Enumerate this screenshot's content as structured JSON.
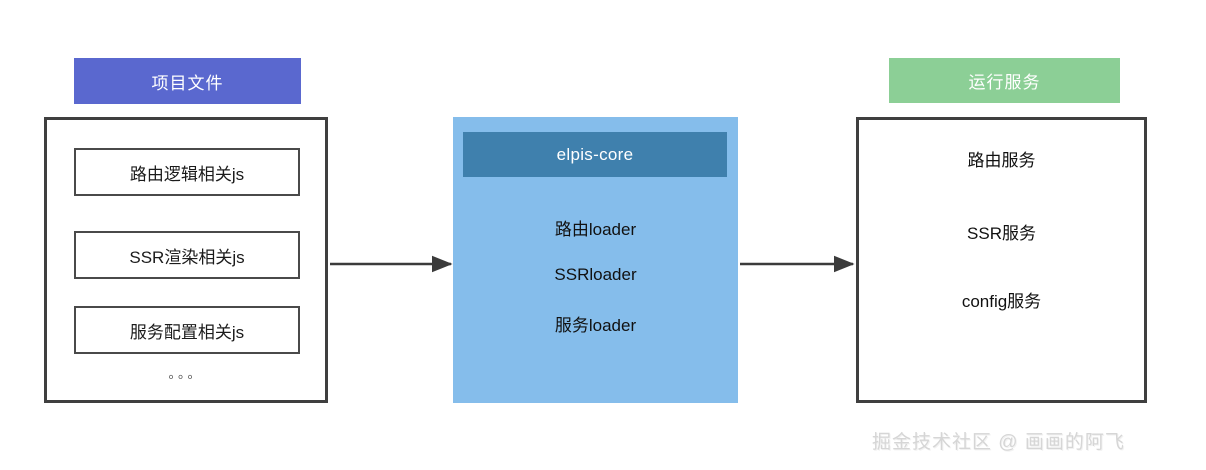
{
  "diagram": {
    "title_left": "项目文件",
    "title_right": "运行服务",
    "project": {
      "banner_label": "项目文件",
      "items": [
        {
          "label": "路由逻辑相关js"
        },
        {
          "label": "SSR渲染相关js"
        },
        {
          "label": "服务配置相关js"
        }
      ],
      "more_indicator": "。。。"
    },
    "core": {
      "header_label": "elpis-core",
      "loaders": [
        {
          "label": "路由loader"
        },
        {
          "label": "SSRloader"
        },
        {
          "label": "服务loader"
        }
      ]
    },
    "runtime": {
      "banner_label": "运行服务",
      "services": [
        {
          "label": "路由服务"
        },
        {
          "label": "SSR服务"
        },
        {
          "label": "config服务"
        }
      ]
    },
    "arrows": [
      {
        "name": "project-to-core"
      },
      {
        "name": "core-to-runtime"
      }
    ],
    "watermark": "掘金技术社区 @ 画画的阿飞",
    "colors": {
      "project_banner": "#5a68cf",
      "runtime_banner": "#8ccf96",
      "core_body": "#85bdeb",
      "core_header": "#3f80ad",
      "panel_border": "#3f3f3f",
      "item_border": "#4a4a4a",
      "arrow": "#3b3b3b",
      "watermark": "#d6d6d6",
      "background": "#ffffff"
    }
  }
}
